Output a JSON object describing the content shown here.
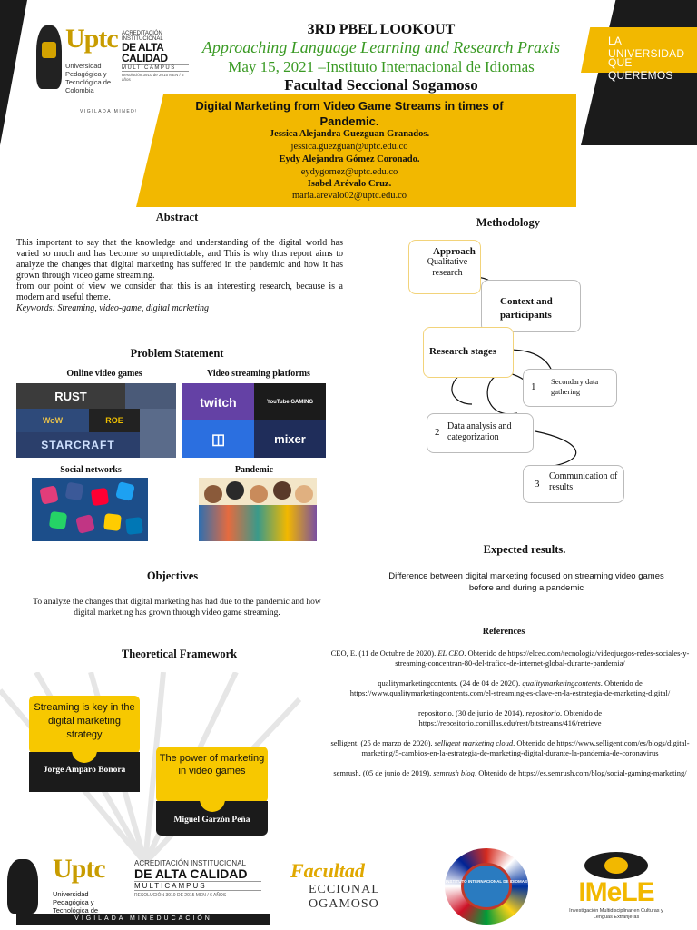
{
  "header": {
    "right_badge_line1": "LA UNIVERSIDAD",
    "right_badge_line2": "QUE QUEREMOS",
    "logo": {
      "wordmark": "Uptc",
      "subtitle": "Universidad Pedagógica y Tecnológica de Colombia",
      "acred_line1": "ACREDITACIÓN INSTITUCIONAL",
      "acred_line2": "DE ALTA CALIDAD",
      "acred_line3": "MULTICAMPUS",
      "acred_line4": "Resolución 3910 de 2015 MEN / 6 años",
      "vigilada": "VIGILADA MINEDUCACIÓN"
    },
    "event": "3RD PBEL LOOKOUT",
    "theme": "Approaching Language Learning and Research Praxis",
    "date_place": "May 15, 2021 –Instituto Internacional de Idiomas",
    "faculty": "Facultad Seccional Sogamoso"
  },
  "paper": {
    "title": "Digital Marketing from Video Game Streams in times of Pandemic.",
    "authors": [
      {
        "name": "Jessica Alejandra Guezguan Granados.",
        "email": "jessica.guezguan@uptc.edu.co"
      },
      {
        "name": "Eydy Alejandra Gómez Coronado.",
        "email": "eydygomez@uptc.edu.co"
      },
      {
        "name": "Isabel Arévalo Cruz.",
        "email": "maria.arevalo02@uptc.edu.co"
      }
    ]
  },
  "abstract": {
    "heading": "Abstract",
    "p1": "This important to say that the knowledge and understanding of the digital world has varied so much and has become so unpredictable, and This is why thus report aims to analyze the changes that digital marketing has suffered in the pandemic and how it has grown through video game streaming.",
    "p2": "from our point of view we consider that this is an interesting research, because is a modern and useful theme.",
    "keywords": "Keywords: Streaming, video-game, digital marketing"
  },
  "problem": {
    "heading": "Problem Statement",
    "online_games": "Online video games",
    "streaming": "Video streaming platforms",
    "social": "Social networks",
    "pandemic": "Pandemic",
    "game_tiles": [
      "RUST",
      "WoW",
      "ROE",
      "STARCRAFT"
    ],
    "platform_tiles": [
      "twitch",
      "YouTube GAMING",
      "mixer"
    ]
  },
  "objectives": {
    "heading": "Objectives",
    "body": "To analyze the changes that digital marketing has had due to the pandemic and how digital marketing has grown through video game streaming."
  },
  "framework": {
    "heading": "Theoretical Framework",
    "box1_text": "Streaming is key in the digital marketing strategy",
    "box1_author": "Jorge Amparo Bonora",
    "box2_text": "The power of marketing in video games",
    "box2_author": "Miguel Garzón Peña"
  },
  "methodology": {
    "heading": "Methodology",
    "approach_label": "Approach",
    "approach_value": "Qualitative research",
    "context": "Context and participants",
    "stages": "Research stages",
    "step1_num": "1",
    "step1": "Secondary data gathering",
    "step2_num": "2",
    "step2": "Data analysis and categorization",
    "step3_num": "3",
    "step3": "Communication of results"
  },
  "expected": {
    "heading": "Expected results.",
    "body": "Difference between digital marketing focused on streaming video games before and during a pandemic"
  },
  "references": {
    "heading": "References",
    "r1_a": "CEO, E. (11 de Octubre de 2020). ",
    "r1_b": "EL CEO",
    "r1_c": ". Obtenido de https://elceo.com/tecnologia/videojuegos-redes-sociales-y-streaming-concentran-80-del-trafico-de-internet-global-durante-pandemia/",
    "r2_a": "qualitymarketingcontents. (24 de 04 de 2020). ",
    "r2_b": "qualitymarketingcontents",
    "r2_c": ". Obtenido de https://www.qualitymarketingcontents.com/el-streaming-es-clave-en-la-estrategia-de-marketing-digital/",
    "r3_a": "repositorio. (30 de junio de 2014). ",
    "r3_b": "repositorio",
    "r3_c": ". Obtenido de https://repositorio.comillas.edu/rest/bitstreams/416/retrieve",
    "r4_a": "selligent. (25 de marzo de 2020). ",
    "r4_b": "selligent marketing cloud",
    "r4_c": ". Obtenido de https://www.selligent.com/es/blogs/digital-marketing/5-cambios-en-la-estrategia-de-marketing-digital-durante-la-pandemia-de-coronavirus",
    "r5_a": "semrush. (05 de junio de 2019). ",
    "r5_b": "semrush blog",
    "r5_c": ". Obtenido de https://es.semrush.com/blog/social-gaming-marketing/"
  },
  "footer": {
    "uptc": "Uptc",
    "uptc_sub": "Universidad Pedagógica y Tecnológica de Colombia",
    "acred_line1": "ACREDITACIÓN INSTITUCIONAL",
    "acred_line2": "DE ALTA CALIDAD",
    "acred_line3": "MULTICAMPUS",
    "acred_line4": "RESOLUCIÓN 3910 DE 2015 MEN / 6 AÑOS",
    "vigilada": "VIGILADA MINEDUCACIÓN",
    "facultad_1": "Facultad",
    "facultad_2": "ECCIONAL",
    "facultad_3": "OGAMOSO",
    "instituto": "INSTITUTO INTERNACIONAL DE IDIOMAS",
    "imele": "IMeLE",
    "imele_sub": "Investigación Multidisciplinar en Culturas y Lenguas Extranjeras"
  },
  "colors": {
    "gold": "#f2b800",
    "black": "#1b1b1b",
    "green": "#3a9a24"
  }
}
